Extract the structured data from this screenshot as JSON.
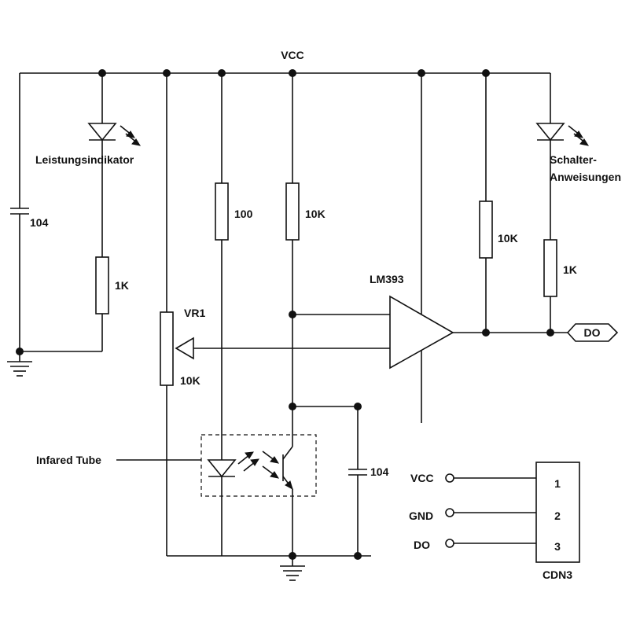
{
  "supply": {
    "vcc_label": "VCC"
  },
  "left_branch": {
    "capacitor_label": "104",
    "led_label": "Leistungsindikator",
    "resistor_label": "1K"
  },
  "r_100": {
    "label": "100"
  },
  "r_10k_sensor": {
    "label": "10K"
  },
  "potentiometer": {
    "name": "VR1",
    "value": "10K"
  },
  "comparator": {
    "label": "LM393"
  },
  "r_10k_pullup": {
    "label": "10K"
  },
  "right_branch": {
    "led_label_line1": "Schalter-",
    "led_label_line2": "Anweisungen",
    "resistor_label": "1K"
  },
  "output": {
    "label": "DO"
  },
  "sensor": {
    "label": "Infared Tube",
    "capacitor_label": "104"
  },
  "connector": {
    "name": "CDN3",
    "pins": [
      {
        "signal": "VCC",
        "number": "1"
      },
      {
        "signal": "GND",
        "number": "2"
      },
      {
        "signal": "DO",
        "number": "3"
      }
    ]
  }
}
